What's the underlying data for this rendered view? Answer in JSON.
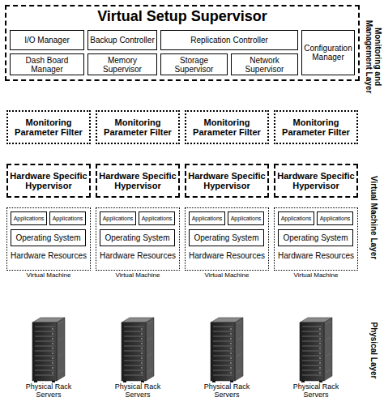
{
  "diagram": {
    "nodes": [
      {
        "text": [
          "Virtual Setup Supervisor"
        ]
      },
      {
        "text": [
          "I/O Manager"
        ],
        "in": 0
      },
      {
        "text": [
          "Backup Controller"
        ],
        "in": 0
      },
      {
        "text": [
          "Replication Controller"
        ],
        "in": 0
      },
      {
        "text": [
          "Configuration Manager"
        ],
        "in": 0
      },
      {
        "text": [
          "Dash Board Manager"
        ],
        "in": 0
      },
      {
        "text": [
          "Memory Supervisor"
        ],
        "in": 0
      },
      {
        "text": [
          "Storage Supervisor"
        ],
        "in": 0
      },
      {
        "text": [
          "Network Supervisor"
        ],
        "in": 0
      },
      {
        "text": [
          "Monitoring Parameter Filter"
        ]
      },
      {
        "text": [
          "Monitoring Parameter Filter"
        ]
      },
      {
        "text": [
          "Monitoring Parameter Filter"
        ]
      },
      {
        "text": [
          "Monitoring Parameter Filter"
        ]
      },
      {
        "text": [
          "Hardware Specific Hypervisor"
        ]
      },
      {
        "text": [
          "Hardware Specific Hypervisor"
        ]
      },
      {
        "text": [
          "Hardware Specific Hypervisor"
        ]
      },
      {
        "text": [
          "Hardware Specific Hypervisor"
        ]
      },
      {
        "text": [
          "Hardware Resources",
          "Virtual Machine"
        ]
      },
      {
        "text": [
          "Applications"
        ],
        "in": 17
      },
      {
        "text": [
          "Applications"
        ],
        "in": 17
      },
      {
        "text": [
          "Operating System"
        ],
        "in": 17
      },
      {
        "text": [
          "Hardware Resources",
          "Virtual Machine"
        ]
      },
      {
        "text": [
          "Applications"
        ],
        "in": 21
      },
      {
        "text": [
          "Applications"
        ],
        "in": 21
      },
      {
        "text": [
          "Operating System"
        ],
        "in": 21
      },
      {
        "text": [
          "Hardware Resources",
          "Virtual Machine"
        ]
      },
      {
        "text": [
          "Applications"
        ],
        "in": 25
      },
      {
        "text": [
          "Applications"
        ],
        "in": 25
      },
      {
        "text": [
          "Operating System"
        ],
        "in": 25
      },
      {
        "text": [
          "Hardware Resources",
          "Virtual Machine"
        ]
      },
      {
        "text": [
          "Applications"
        ],
        "in": 29
      },
      {
        "text": [
          "Applications"
        ],
        "in": 29
      },
      {
        "text": [
          "Operating System"
        ],
        "in": 29
      }
    ],
    "labels": [
      "Monitoring and Management Layer",
      "Virtual Machine Layer",
      "Physical Layer",
      "Physical Rack Servers",
      "Physical Rack Servers",
      "Physical Rack Servers",
      "Physical Rack Servers"
    ]
  }
}
